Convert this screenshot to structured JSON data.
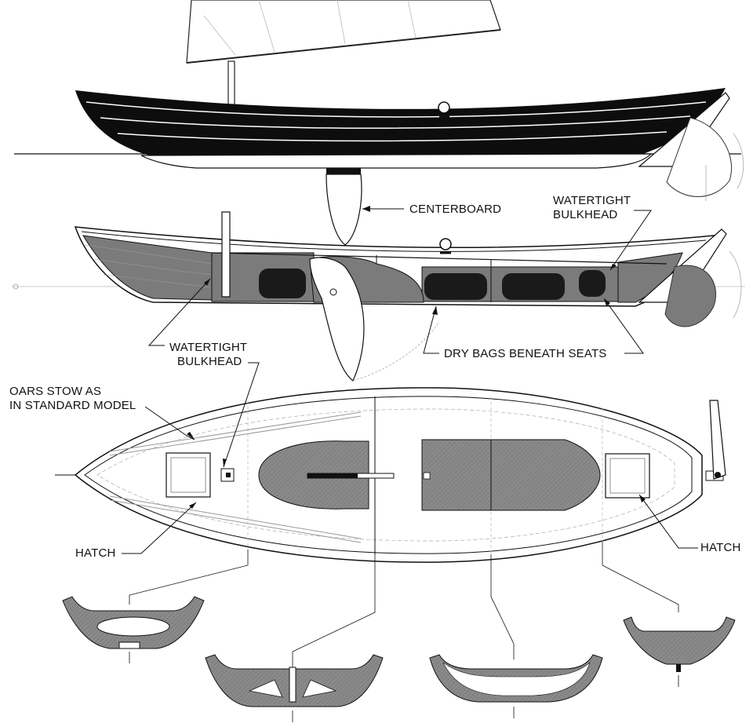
{
  "labels": {
    "centerboard": "CENTERBOARD",
    "bulkhead_aft": [
      "WATERTIGHT",
      "BULKHEAD"
    ],
    "bulkhead_fwd": [
      "WATERTIGHT",
      "BULKHEAD"
    ],
    "dry_bags": "DRY BAGS BENEATH SEATS",
    "oars": [
      "OARS STOW AS",
      "IN STANDARD MODEL"
    ],
    "hatch_fwd": "HATCH",
    "hatch_aft": "HATCH"
  },
  "colors": {
    "hull_black": "#0d0d0d",
    "fill_gray": "#7b7b7b",
    "seat_gray": "#858585",
    "bag_black": "#1a1a1a",
    "line": "#111111",
    "light_line": "#bdbdbd"
  }
}
